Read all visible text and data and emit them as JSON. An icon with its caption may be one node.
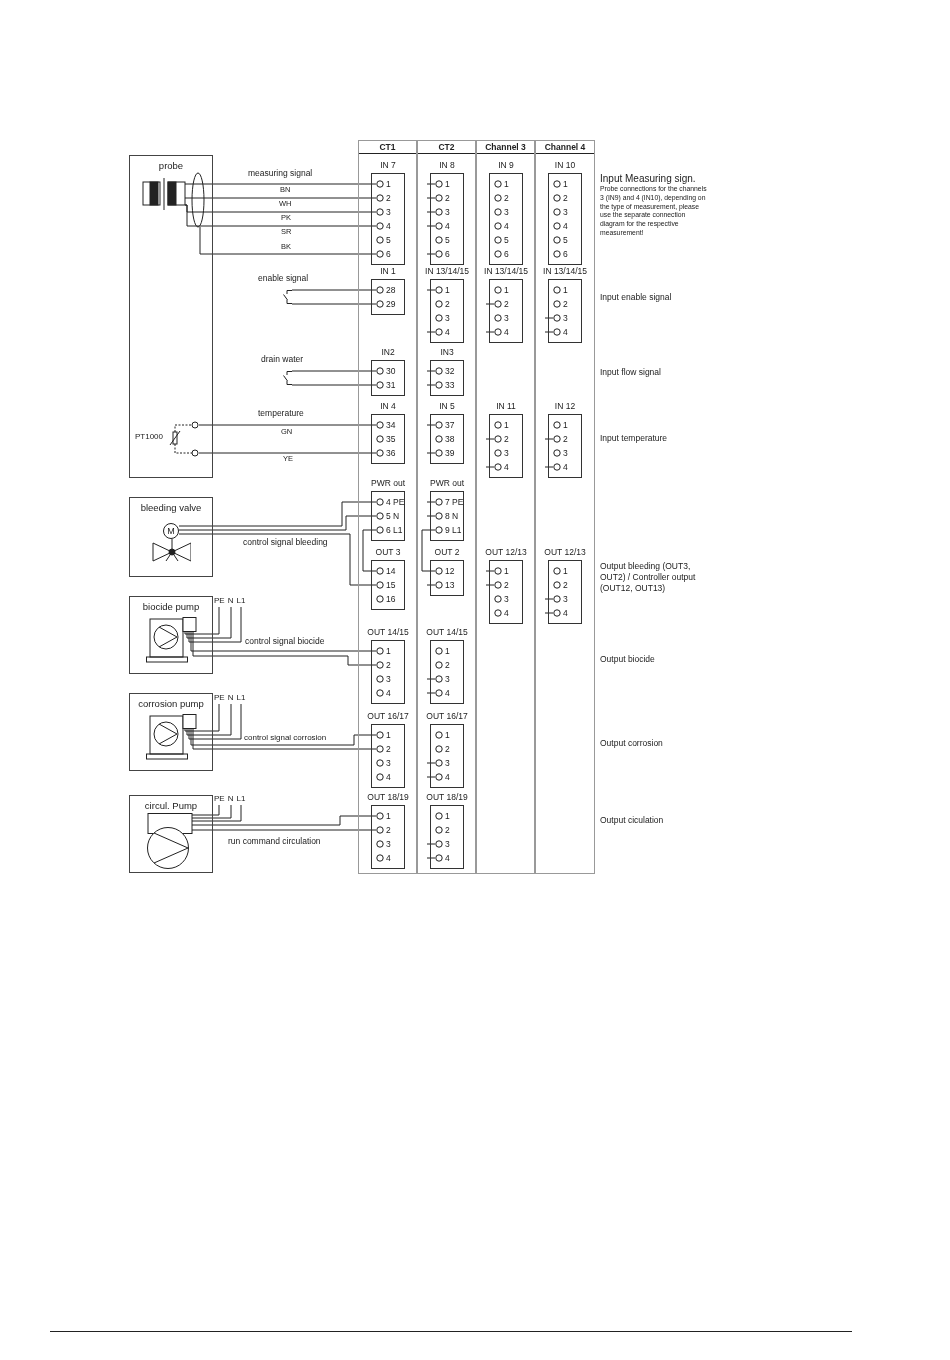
{
  "diagram": {
    "nodes": [
      {
        "text": [
          "probe"
        ]
      },
      {
        "text": [],
        "shape": "picture",
        "in": 0
      },
      {
        "text": [],
        "shape": "switch"
      },
      {
        "text": [],
        "shape": "switch"
      },
      {
        "text": [
          "PT1000"
        ],
        "in": 0
      },
      {
        "text": [
          "bleeding valve"
        ]
      },
      {
        "text": [
          "M"
        ],
        "in": 5
      },
      {
        "text": [
          "biocide pump"
        ]
      },
      {
        "text": [],
        "shape": "pump",
        "in": 7
      },
      {
        "text": [
          "PE",
          "N",
          "L1"
        ]
      },
      {
        "text": [
          "corrosion pump"
        ]
      },
      {
        "text": [],
        "shape": "pump",
        "in": 10
      },
      {
        "text": [
          "PE",
          "N",
          "L1"
        ]
      },
      {
        "text": [
          "circul. Pump"
        ]
      },
      {
        "text": [],
        "shape": "pump",
        "in": 13
      },
      {
        "text": [
          "PE",
          "N",
          "L1"
        ]
      },
      {
        "text": [
          "CT1"
        ]
      },
      {
        "text": [
          "IN 7"
        ],
        "in": 16
      },
      {
        "text": [
          "1"
        ],
        "in": 17
      },
      {
        "text": [
          "2"
        ],
        "in": 17
      },
      {
        "text": [
          "3"
        ],
        "in": 17
      },
      {
        "text": [
          "4"
        ],
        "in": 17
      },
      {
        "text": [
          "5"
        ],
        "in": 17
      },
      {
        "text": [
          "6"
        ],
        "in": 17
      },
      {
        "text": [
          "IN 1"
        ],
        "in": 16
      },
      {
        "text": [
          "28"
        ],
        "in": 24
      },
      {
        "text": [
          "29"
        ],
        "in": 24
      },
      {
        "text": [
          "IN2"
        ],
        "in": 16
      },
      {
        "text": [
          "30"
        ],
        "in": 27
      },
      {
        "text": [
          "31"
        ],
        "in": 27
      },
      {
        "text": [
          "IN 4"
        ],
        "in": 16
      },
      {
        "text": [
          "34"
        ],
        "in": 30
      },
      {
        "text": [
          "35"
        ],
        "in": 30
      },
      {
        "text": [
          "36"
        ],
        "in": 30
      },
      {
        "text": [
          "PWR out"
        ],
        "in": 16
      },
      {
        "text": [
          "4 PE"
        ],
        "in": 34
      },
      {
        "text": [
          "5 N"
        ],
        "in": 34
      },
      {
        "text": [
          "6 L1"
        ],
        "in": 34
      },
      {
        "text": [
          "OUT 3"
        ],
        "in": 16
      },
      {
        "text": [
          "14"
        ],
        "in": 38
      },
      {
        "text": [
          "15"
        ],
        "in": 38
      },
      {
        "text": [
          "16"
        ],
        "in": 38
      },
      {
        "text": [
          "OUT 14/15"
        ],
        "in": 16
      },
      {
        "text": [
          "1"
        ],
        "in": 42
      },
      {
        "text": [
          "2"
        ],
        "in": 42
      },
      {
        "text": [
          "3"
        ],
        "in": 42
      },
      {
        "text": [
          "4"
        ],
        "in": 42
      },
      {
        "text": [
          "OUT 16/17"
        ],
        "in": 16
      },
      {
        "text": [
          "1"
        ],
        "in": 47
      },
      {
        "text": [
          "2"
        ],
        "in": 47
      },
      {
        "text": [
          "3"
        ],
        "in": 47
      },
      {
        "text": [
          "4"
        ],
        "in": 47
      },
      {
        "text": [
          "OUT 18/19"
        ],
        "in": 16
      },
      {
        "text": [
          "1"
        ],
        "in": 52
      },
      {
        "text": [
          "2"
        ],
        "in": 52
      },
      {
        "text": [
          "3"
        ],
        "in": 52
      },
      {
        "text": [
          "4"
        ],
        "in": 52
      },
      {
        "text": [
          "CT2"
        ]
      },
      {
        "text": [
          "IN 8"
        ],
        "in": 57
      },
      {
        "text": [
          "1"
        ],
        "in": 58
      },
      {
        "text": [
          "2"
        ],
        "in": 58
      },
      {
        "text": [
          "3"
        ],
        "in": 58
      },
      {
        "text": [
          "4"
        ],
        "in": 58
      },
      {
        "text": [
          "5"
        ],
        "in": 58
      },
      {
        "text": [
          "6"
        ],
        "in": 58
      },
      {
        "text": [
          "IN 13/14/15"
        ],
        "in": 57
      },
      {
        "text": [
          "1"
        ],
        "in": 65
      },
      {
        "text": [
          "2"
        ],
        "in": 65
      },
      {
        "text": [
          "3"
        ],
        "in": 65
      },
      {
        "text": [
          "4"
        ],
        "in": 65
      },
      {
        "text": [
          "IN3"
        ],
        "in": 57
      },
      {
        "text": [
          "32"
        ],
        "in": 70
      },
      {
        "text": [
          "33"
        ],
        "in": 70
      },
      {
        "text": [
          "IN 5"
        ],
        "in": 57
      },
      {
        "text": [
          "37"
        ],
        "in": 73
      },
      {
        "text": [
          "38"
        ],
        "in": 73
      },
      {
        "text": [
          "39"
        ],
        "in": 73
      },
      {
        "text": [
          "PWR out"
        ],
        "in": 57
      },
      {
        "text": [
          "7 PE"
        ],
        "in": 77
      },
      {
        "text": [
          "8 N"
        ],
        "in": 77
      },
      {
        "text": [
          "9 L1"
        ],
        "in": 77
      },
      {
        "text": [
          "OUT 2"
        ],
        "in": 57
      },
      {
        "text": [
          "12"
        ],
        "in": 81
      },
      {
        "text": [
          "13"
        ],
        "in": 81
      },
      {
        "text": [
          "OUT 14/15"
        ],
        "in": 57
      },
      {
        "text": [
          "1"
        ],
        "in": 84
      },
      {
        "text": [
          "2"
        ],
        "in": 84
      },
      {
        "text": [
          "3"
        ],
        "in": 84
      },
      {
        "text": [
          "4"
        ],
        "in": 84
      },
      {
        "text": [
          "OUT 16/17"
        ],
        "in": 57
      },
      {
        "text": [
          "1"
        ],
        "in": 89
      },
      {
        "text": [
          "2"
        ],
        "in": 89
      },
      {
        "text": [
          "3"
        ],
        "in": 89
      },
      {
        "text": [
          "4"
        ],
        "in": 89
      },
      {
        "text": [
          "OUT 18/19"
        ],
        "in": 57
      },
      {
        "text": [
          "1"
        ],
        "in": 94
      },
      {
        "text": [
          "2"
        ],
        "in": 94
      },
      {
        "text": [
          "3"
        ],
        "in": 94
      },
      {
        "text": [
          "4"
        ],
        "in": 94
      },
      {
        "text": [
          "Channel 3"
        ]
      },
      {
        "text": [
          "IN 9"
        ],
        "in": 99
      },
      {
        "text": [
          "1"
        ],
        "in": 100
      },
      {
        "text": [
          "2"
        ],
        "in": 100
      },
      {
        "text": [
          "3"
        ],
        "in": 100
      },
      {
        "text": [
          "4"
        ],
        "in": 100
      },
      {
        "text": [
          "5"
        ],
        "in": 100
      },
      {
        "text": [
          "6"
        ],
        "in": 100
      },
      {
        "text": [
          "IN 13/14/15"
        ],
        "in": 99
      },
      {
        "text": [
          "1"
        ],
        "in": 107
      },
      {
        "text": [
          "2"
        ],
        "in": 107
      },
      {
        "text": [
          "3"
        ],
        "in": 107
      },
      {
        "text": [
          "4"
        ],
        "in": 107
      },
      {
        "text": [
          "IN 11"
        ],
        "in": 99
      },
      {
        "text": [
          "1"
        ],
        "in": 112
      },
      {
        "text": [
          "2"
        ],
        "in": 112
      },
      {
        "text": [
          "3"
        ],
        "in": 112
      },
      {
        "text": [
          "4"
        ],
        "in": 112
      },
      {
        "text": [
          "OUT 12/13"
        ],
        "in": 99
      },
      {
        "text": [
          "1"
        ],
        "in": 117
      },
      {
        "text": [
          "2"
        ],
        "in": 117
      },
      {
        "text": [
          "3"
        ],
        "in": 117
      },
      {
        "text": [
          "4"
        ],
        "in": 117
      },
      {
        "text": [
          "Channel 4"
        ]
      },
      {
        "text": [
          "IN 10"
        ],
        "in": 122
      },
      {
        "text": [
          "1"
        ],
        "in": 123
      },
      {
        "text": [
          "2"
        ],
        "in": 123
      },
      {
        "text": [
          "3"
        ],
        "in": 123
      },
      {
        "text": [
          "4"
        ],
        "in": 123
      },
      {
        "text": [
          "5"
        ],
        "in": 123
      },
      {
        "text": [
          "6"
        ],
        "in": 123
      },
      {
        "text": [
          "IN 13/14/15"
        ],
        "in": 122
      },
      {
        "text": [
          "1"
        ],
        "in": 130
      },
      {
        "text": [
          "2"
        ],
        "in": 130
      },
      {
        "text": [
          "3"
        ],
        "in": 130
      },
      {
        "text": [
          "4"
        ],
        "in": 130
      },
      {
        "text": [
          "IN 12"
        ],
        "in": 122
      },
      {
        "text": [
          "1"
        ],
        "in": 135
      },
      {
        "text": [
          "2"
        ],
        "in": 135
      },
      {
        "text": [
          "3"
        ],
        "in": 135
      },
      {
        "text": [
          "4"
        ],
        "in": 135
      },
      {
        "text": [
          "OUT 12/13"
        ],
        "in": 122
      },
      {
        "text": [
          "1"
        ],
        "in": 140
      },
      {
        "text": [
          "2"
        ],
        "in": 140
      },
      {
        "text": [
          "3"
        ],
        "in": 140
      },
      {
        "text": [
          "4"
        ],
        "in": 140
      }
    ],
    "edges": [
      {
        "from": 1,
        "to": 18,
        "arrow": "none",
        "label": "BN"
      },
      {
        "from": 1,
        "to": 19,
        "arrow": "none",
        "label": "WH"
      },
      {
        "from": 1,
        "to": 20,
        "arrow": "none",
        "label": "PK"
      },
      {
        "from": 1,
        "to": 21,
        "arrow": "none",
        "label": "SR"
      },
      {
        "from": 1,
        "to": 23,
        "arrow": "none",
        "label": "BK"
      },
      {
        "from": 2,
        "to": 25,
        "arrow": "none",
        "label": "enable signal"
      },
      {
        "from": 2,
        "to": 26,
        "arrow": "none"
      },
      {
        "from": 3,
        "to": 28,
        "arrow": "none",
        "label": "drain water"
      },
      {
        "from": 3,
        "to": 29,
        "arrow": "none"
      },
      {
        "from": 4,
        "to": 31,
        "arrow": "none",
        "label": "GN"
      },
      {
        "from": 4,
        "to": 33,
        "arrow": "none",
        "label": "YE"
      },
      {
        "from": 6,
        "to": 35,
        "arrow": "none"
      },
      {
        "from": 6,
        "to": 36,
        "arrow": "none"
      },
      {
        "from": 6,
        "to": 40,
        "arrow": "none",
        "label": "control signal bleeding"
      },
      {
        "from": 37,
        "to": 39,
        "arrow": "none"
      },
      {
        "from": 80,
        "to": 82,
        "arrow": "none"
      },
      {
        "from": 8,
        "to": 9,
        "arrow": "none"
      },
      {
        "from": 8,
        "to": 9,
        "arrow": "none"
      },
      {
        "from": 8,
        "to": 9,
        "arrow": "none"
      },
      {
        "from": 8,
        "to": 43,
        "arrow": "none",
        "label": "control signal biocide"
      },
      {
        "from": 8,
        "to": 44,
        "arrow": "none"
      },
      {
        "from": 11,
        "to": 12,
        "arrow": "none"
      },
      {
        "from": 11,
        "to": 12,
        "arrow": "none"
      },
      {
        "from": 11,
        "to": 12,
        "arrow": "none"
      },
      {
        "from": 11,
        "to": 48,
        "arrow": "none",
        "label": "control signal corrosion"
      },
      {
        "from": 11,
        "to": 49,
        "arrow": "none"
      },
      {
        "from": 14,
        "to": 15,
        "arrow": "none"
      },
      {
        "from": 14,
        "to": 15,
        "arrow": "none"
      },
      {
        "from": 14,
        "to": 15,
        "arrow": "none"
      },
      {
        "from": 14,
        "to": 53,
        "arrow": "none",
        "label": "run command circulation"
      },
      {
        "from": 14,
        "to": 54,
        "arrow": "none"
      },
      {
        "from": null,
        "to": 59,
        "arrow": "none"
      },
      {
        "from": null,
        "to": 60,
        "arrow": "none"
      },
      {
        "from": null,
        "to": 61,
        "arrow": "none"
      },
      {
        "from": null,
        "to": 62,
        "arrow": "none"
      },
      {
        "from": null,
        "to": 64,
        "arrow": "none"
      },
      {
        "from": null,
        "to": 66,
        "arrow": "none"
      },
      {
        "from": null,
        "to": 69,
        "arrow": "none"
      },
      {
        "from": null,
        "to": 71,
        "arrow": "none"
      },
      {
        "from": null,
        "to": 72,
        "arrow": "none"
      },
      {
        "from": null,
        "to": 74,
        "arrow": "none"
      },
      {
        "from": null,
        "to": 76,
        "arrow": "none"
      },
      {
        "from": null,
        "to": 78,
        "arrow": "none"
      },
      {
        "from": null,
        "to": 79,
        "arrow": "none"
      },
      {
        "from": null,
        "to": 83,
        "arrow": "none"
      },
      {
        "from": null,
        "to": 87,
        "arrow": "none"
      },
      {
        "from": null,
        "to": 88,
        "arrow": "none"
      },
      {
        "from": null,
        "to": 92,
        "arrow": "none"
      },
      {
        "from": null,
        "to": 93,
        "arrow": "none"
      },
      {
        "from": null,
        "to": 97,
        "arrow": "none"
      },
      {
        "from": null,
        "to": 98,
        "arrow": "none"
      },
      {
        "from": null,
        "to": 109,
        "arrow": "none"
      },
      {
        "from": null,
        "to": 111,
        "arrow": "none"
      },
      {
        "from": null,
        "to": 114,
        "arrow": "none"
      },
      {
        "from": null,
        "to": 116,
        "arrow": "none"
      },
      {
        "from": null,
        "to": 118,
        "arrow": "none"
      },
      {
        "from": null,
        "to": 119,
        "arrow": "none"
      },
      {
        "from": null,
        "to": 133,
        "arrow": "none"
      },
      {
        "from": null,
        "to": 134,
        "arrow": "none"
      },
      {
        "from": null,
        "to": 137,
        "arrow": "none"
      },
      {
        "from": null,
        "to": 139,
        "arrow": "none"
      },
      {
        "from": null,
        "to": 143,
        "arrow": "none"
      },
      {
        "from": null,
        "to": 144,
        "arrow": "none"
      }
    ],
    "labels": [
      "measuring signal",
      "temperature",
      "Input Measuring sign.",
      "Probe connections for the channels 3 (IN9) and 4 (IN10), depending on the type of measurement, please use the separate connection diagram for the respective measurement!",
      "Input enable signal",
      "Input flow signal",
      "Input temperature",
      "Output bleeding (OUT3, OUT2) / Controller output (OUT12, OUT13)",
      "Output biocide",
      "Output corrosion",
      "Output ciculation"
    ]
  }
}
